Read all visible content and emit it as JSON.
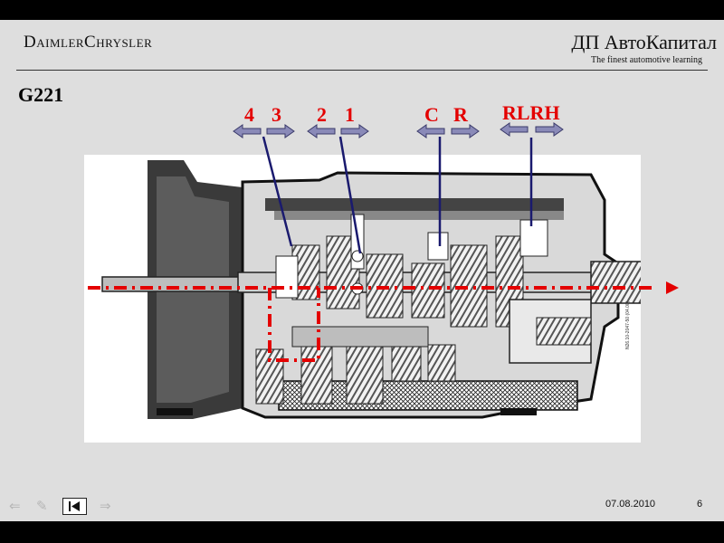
{
  "header": {
    "brand_left": "DaimlerChrysler",
    "brand_right": "ДП АвтоКапитал",
    "tagline": "The finest automotive learning"
  },
  "title": "G221",
  "gear_labels": {
    "g4": "4",
    "g3": "3",
    "g2": "2",
    "g1": "1",
    "gc": "C",
    "gr": "R",
    "rlrh": "RLRH"
  },
  "diagram": {
    "part_code": "N26.10-2047-50 (04.00)"
  },
  "footer": {
    "date": "07.08.2010",
    "page": "6"
  },
  "colors": {
    "label_red": "#e40000",
    "arrow_fill": "#8a8ab8",
    "pointer_line": "#1a1a6e",
    "slide_bg": "#dedede"
  },
  "icons": [
    "back-arrow-icon",
    "pen-icon",
    "home-first-icon",
    "forward-arrow-icon"
  ]
}
